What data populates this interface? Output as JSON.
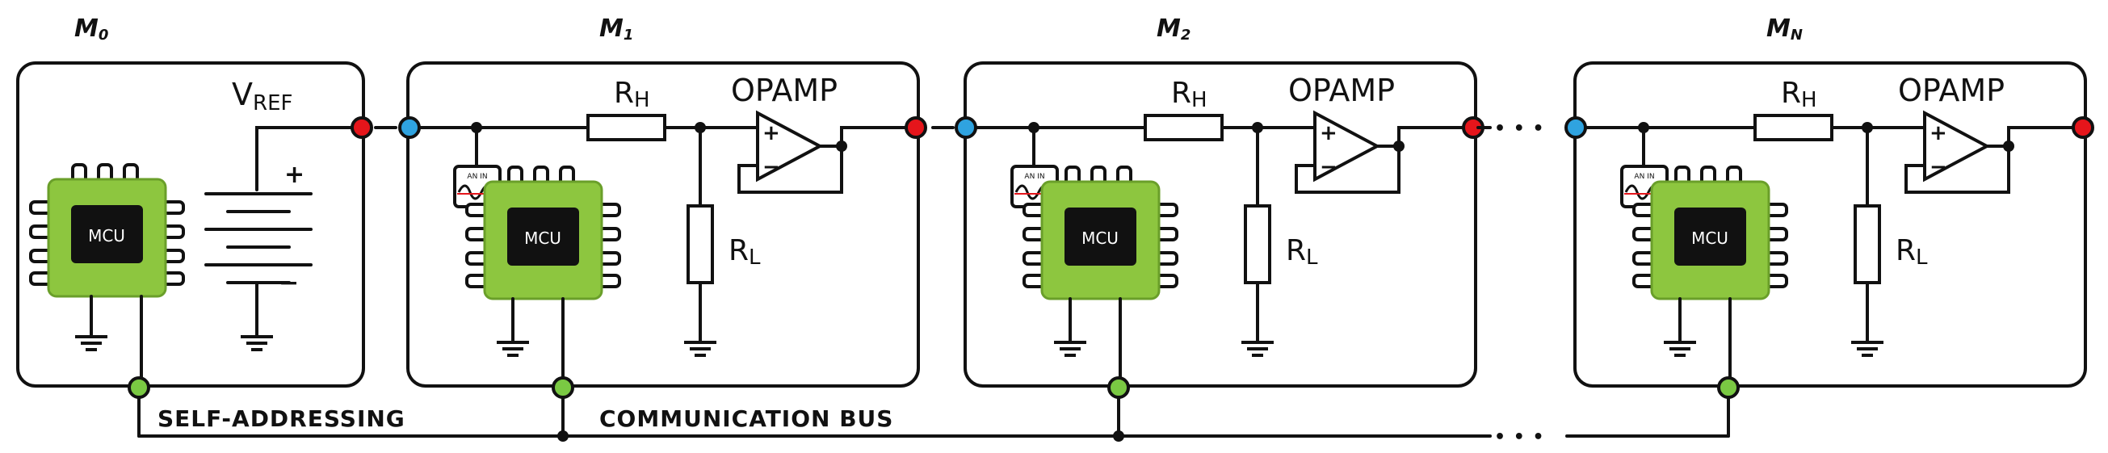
{
  "colors": {
    "mcu_green": "#8dc63f",
    "mcu_green_dark": "#6a9f2a",
    "node_red": "#e5151b",
    "node_blue": "#2fa3e0",
    "node_green": "#7ac943",
    "wire": "#111111"
  },
  "modules": [
    {
      "label": "M",
      "sub": "0",
      "kind": "reference",
      "vref_main": "V",
      "vref_sub": "REF",
      "mcu_text": "MCU"
    },
    {
      "label": "M",
      "sub": "1",
      "kind": "follower",
      "rh_main": "R",
      "rh_sub": "H",
      "rl_main": "R",
      "rl_sub": "L",
      "opamp": "OPAMP",
      "mcu_text": "MCU",
      "sensor_text": "AN IN"
    },
    {
      "label": "M",
      "sub": "2",
      "kind": "follower",
      "rh_main": "R",
      "rh_sub": "H",
      "rl_main": "R",
      "rl_sub": "L",
      "opamp": "OPAMP",
      "mcu_text": "MCU",
      "sensor_text": "AN IN"
    },
    {
      "label": "M",
      "sub": "N",
      "kind": "follower",
      "rh_main": "R",
      "rh_sub": "H",
      "rl_main": "R",
      "rl_sub": "L",
      "opamp": "OPAMP",
      "mcu_text": "MCU",
      "sensor_text": "AN IN"
    }
  ],
  "bus": {
    "left_label": "SELF-ADDRESSING",
    "center_label": "COMMUNICATION BUS",
    "ellipsis": "• • •"
  },
  "battery": {
    "plus": "+",
    "minus": "−"
  },
  "opamp_signs": {
    "plus": "+",
    "minus": "−"
  }
}
